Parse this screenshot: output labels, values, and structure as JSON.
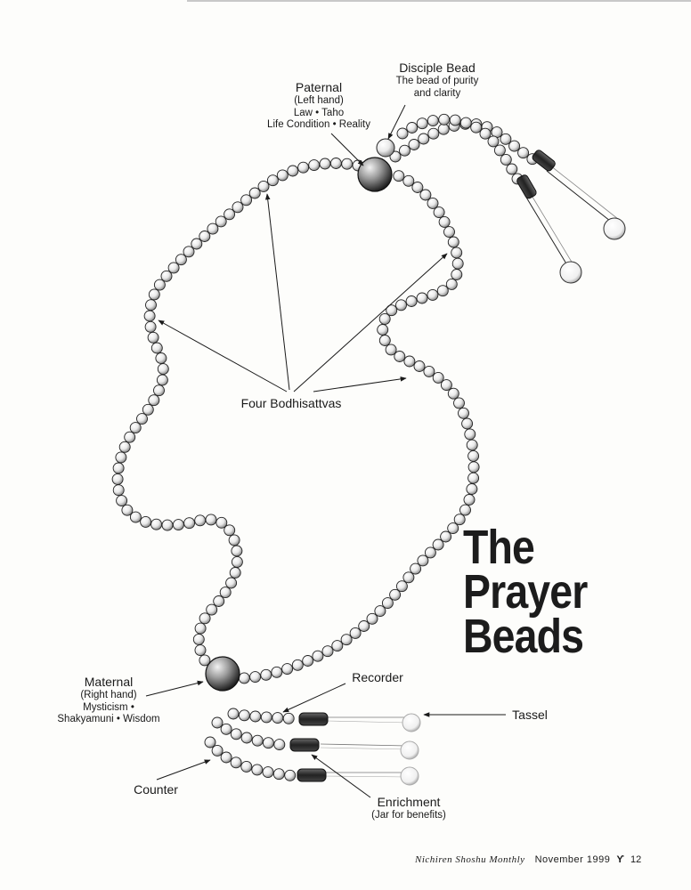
{
  "title": {
    "line1": "The",
    "line2": "Prayer",
    "line3": "Beads"
  },
  "labels": {
    "disciple": {
      "heading": "Disciple Bead",
      "line1": "The bead of purity",
      "line2": "and clarity"
    },
    "paternal": {
      "heading": "Paternal",
      "line1": "(Left hand)",
      "line2": "Law • Taho",
      "line3": "Life Condition • Reality"
    },
    "bodhisattvas": {
      "heading": "Four Bodhisattvas"
    },
    "maternal": {
      "heading": "Maternal",
      "line1": "(Right hand)",
      "line2": "Mysticism •",
      "line3": "Shakyamuni • Wisdom"
    },
    "recorder": {
      "heading": "Recorder"
    },
    "tassel": {
      "heading": "Tassel"
    },
    "counter": {
      "heading": "Counter"
    },
    "enrichment": {
      "heading": "Enrichment",
      "line1": "(Jar for benefits)"
    }
  },
  "footer": {
    "publication": "Nichiren Shoshu Monthly",
    "date": "November 1999",
    "mark": "ϒ",
    "page": "12"
  },
  "colors": {
    "ink": "#1a1a1a",
    "paper": "#fdfdfb",
    "bead_shade": "#9a9a9a"
  }
}
